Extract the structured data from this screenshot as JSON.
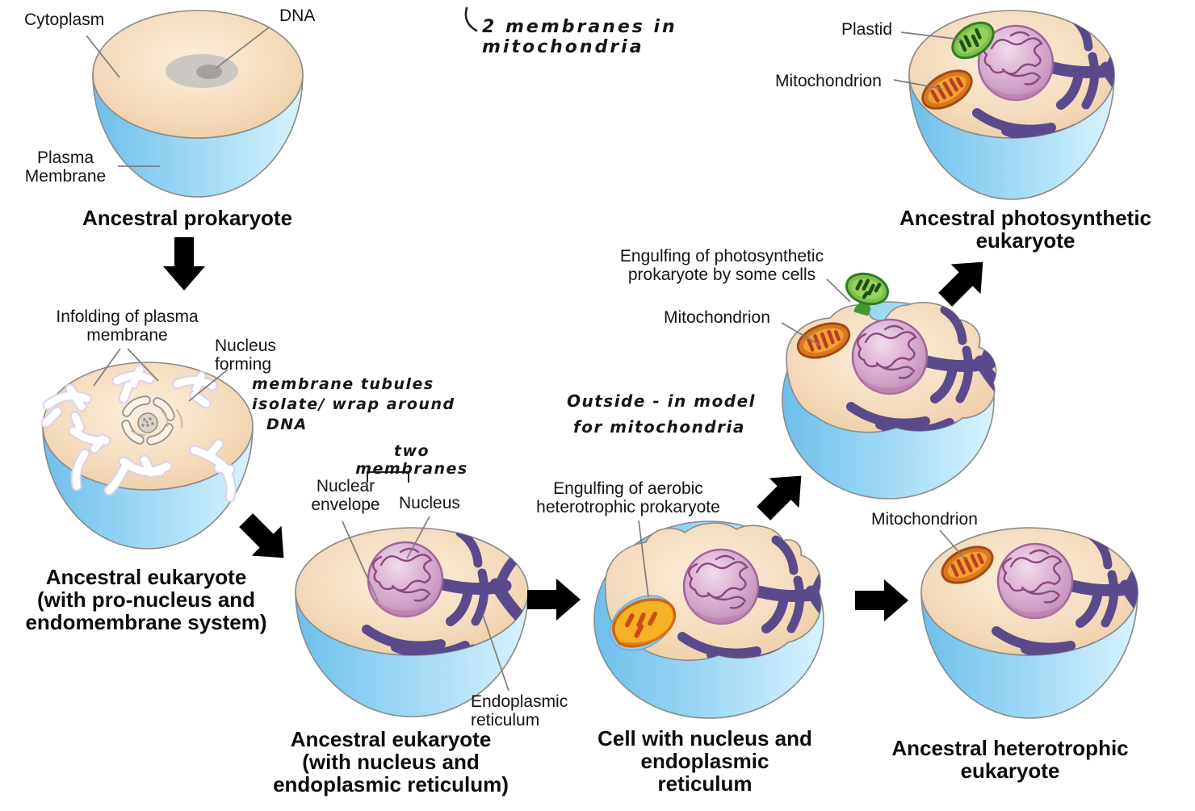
{
  "figure": {
    "description": "Endosymbiotic theory diagram: evolution of eukaryotic cells from an ancestral prokaryote"
  },
  "stages": {
    "prokaryote": {
      "caption": [
        "Ancestral prokaryote"
      ],
      "labels": {
        "cytoplasm": "Cytoplasm",
        "dna": "DNA",
        "plasma_membrane": [
          "Plasma",
          "Membrane"
        ]
      }
    },
    "pro_nucleus": {
      "caption": [
        "Ancestral eukaryote",
        "(with pro-nucleus and",
        "endomembrane system)"
      ],
      "labels": {
        "infolding": [
          "Infolding of plasma",
          "membrane"
        ],
        "nucleus_forming": [
          "Nucleus",
          "forming"
        ]
      }
    },
    "nucleus_er": {
      "caption": [
        "Ancestral eukaryote",
        "(with nucleus and",
        "endoplasmic reticulum)"
      ],
      "labels": {
        "nuclear_envelope": [
          "Nuclear",
          "envelope"
        ],
        "nucleus": "Nucleus",
        "endoplasmic_reticulum": [
          "Endoplasmic",
          "reticulum"
        ]
      }
    },
    "engulf_aerobe": {
      "caption": [
        "Cell with nucleus and",
        "endoplasmic",
        "reticulum"
      ],
      "labels": {
        "engulfing": [
          "Engulfing of aerobic",
          "heterotrophic prokaryote"
        ]
      }
    },
    "heterotrophic": {
      "caption": [
        "Ancestral heterotrophic",
        "eukaryote"
      ],
      "labels": {
        "mitochondrion": "Mitochondrion"
      }
    },
    "outside_in_cell": {
      "labels": {
        "engulfing": [
          "Engulfing of photosynthetic",
          "prokaryote by some cells"
        ],
        "mitochondrion": "Mitochondrion"
      }
    },
    "photosynthetic": {
      "caption": [
        "Ancestral photosynthetic",
        "eukaryote"
      ],
      "labels": {
        "plastid": "Plastid",
        "mitochondrion": "Mitochondrion"
      }
    }
  },
  "handwritten_notes": {
    "mitochondria_membranes": "2 membranes in mitochondria",
    "membrane_tubules": [
      "membrane tubules",
      "isolate/ wrap around",
      "DNA"
    ],
    "two_membranes": "two membranes",
    "outside_in": [
      "Outside - in model",
      "for mitochondria"
    ]
  },
  "icons": {
    "mitochondrion": "mitochondrion-icon",
    "plastid": "plastid-icon",
    "nucleus": "nucleus-icon",
    "endoplasmic_reticulum": "er-icon",
    "arrow": "block-arrow-icon"
  },
  "palette": {
    "cytoplasm_fill": "#f4dcbd",
    "membrane_blue": "#8fceef",
    "nucleus_pink": "#dcb3d3",
    "er_purple": "#5a4a8c",
    "mitochondrion_orange": "#d8781f",
    "plastid_green": "#7cc24a",
    "aerobe_yellow": "#f5b224",
    "nucleoid_gray": "#a4a09a",
    "arrow_black": "#000000"
  }
}
